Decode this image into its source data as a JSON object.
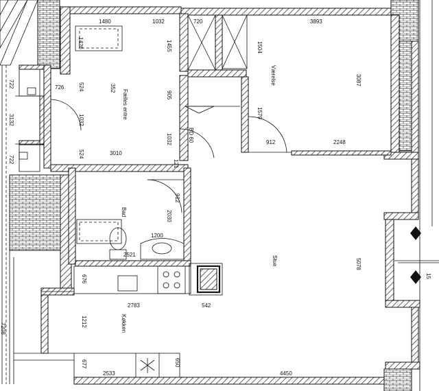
{
  "rooms": {
    "faelles_entre": "Fælles entre",
    "vaerelse": "Værelse",
    "bad": "Bad",
    "stue": "Stue",
    "koekken": "Køkken"
  },
  "dimensions": {
    "d1480": "1480",
    "d1032_top": "1032",
    "d720_top": "720",
    "d3893": "3893",
    "d1426": "1426",
    "d1455": "1455",
    "d1504": "1504",
    "d726": "726",
    "d524_a": "524",
    "d352": "352",
    "d905": "905",
    "d3087": "3087",
    "d1032_left": "1032",
    "d1579": "1579",
    "d912_a": "912",
    "d2248": "2248",
    "d80_60": "BD 60",
    "d1032_mid": "1032",
    "d524_b": "524",
    "d3010": "3010",
    "d121": "121",
    "d722": "722",
    "d3132": "3132",
    "d912_b": "912",
    "d2030": "2030",
    "d1200": "1200",
    "d2521": "2521",
    "d5078": "5078",
    "d676": "676",
    "d2783": "2783",
    "d542": "542",
    "d1212": "1212",
    "d677": "677",
    "d2533": "2533",
    "d650": "650",
    "d4450": "4450",
    "d7208": "7208",
    "d15": "15"
  }
}
